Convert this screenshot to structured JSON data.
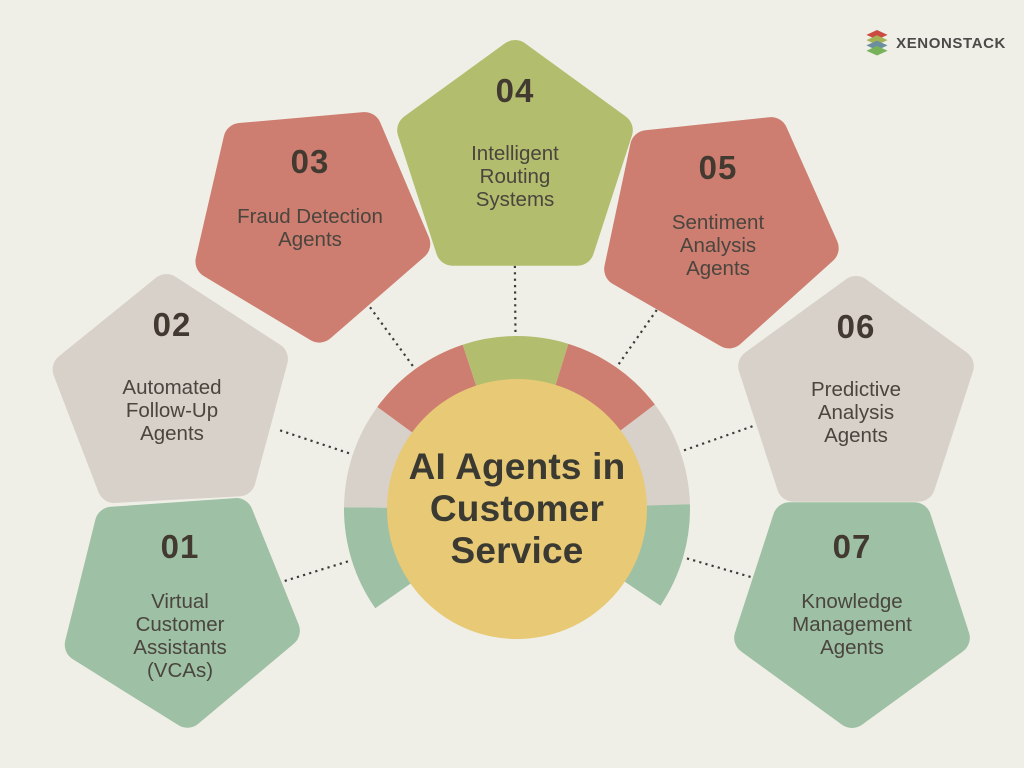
{
  "background_color": "#f0efe7",
  "logo": {
    "text": "XENONSTACK",
    "text_color": "#4a4a47",
    "icon": "stacked-layers-icon",
    "icon_colors": [
      "#c94b41",
      "#a4b356",
      "#6b8f9e",
      "#77b25a"
    ]
  },
  "center": {
    "title": "AI Agents in Customer Service",
    "title_lines": [
      "AI Agents in",
      "Customer",
      "Service"
    ],
    "circle_color": "#e7c976",
    "text_color": "#3b3a32"
  },
  "connector_color": "#3b3b3b",
  "node_number_color": "#423a31",
  "node_label_color": "#4a453e",
  "nodes": [
    {
      "number": "01",
      "label": "Virtual Customer Assistants (VCAs)",
      "label_lines": [
        "Virtual",
        "Customer",
        "Assistants",
        "(VCAs)"
      ],
      "color": "#9ec0a4",
      "orientation": "down"
    },
    {
      "number": "02",
      "label": "Automated Follow-Up Agents",
      "label_lines": [
        "Automated",
        "Follow-Up",
        "Agents"
      ],
      "color": "#d8d1c9",
      "orientation": "up"
    },
    {
      "number": "03",
      "label": "Fraud Detection Agents",
      "label_lines": [
        "Fraud Detection",
        "Agents"
      ],
      "color": "#cd7e70",
      "orientation": "down"
    },
    {
      "number": "04",
      "label": "Intelligent Routing Systems",
      "label_lines": [
        "Intelligent",
        "Routing",
        "Systems"
      ],
      "color": "#b2bd6e",
      "orientation": "up"
    },
    {
      "number": "05",
      "label": "Sentiment Analysis Agents",
      "label_lines": [
        "Sentiment",
        "Analysis",
        "Agents"
      ],
      "color": "#cd7e70",
      "orientation": "down"
    },
    {
      "number": "06",
      "label": "Predictive Analysis Agents",
      "label_lines": [
        "Predictive",
        "Analysis",
        "Agents"
      ],
      "color": "#d8d1c9",
      "orientation": "up"
    },
    {
      "number": "07",
      "label": "Knowledge Management Agents",
      "label_lines": [
        "Knowledge",
        "Management",
        "Agents"
      ],
      "color": "#9ec0a4",
      "orientation": "down"
    }
  ]
}
